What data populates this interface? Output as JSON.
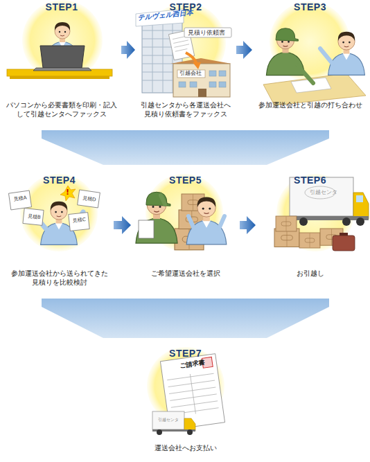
{
  "diagram": {
    "nodes": [
      {
        "text": [
          "STEP1",
          "パソコンから必要書類を印刷・記入 して引越センタへファックス"
        ]
      },
      {
        "text": [
          "STEP2",
          "引越センタから各運送会社へ 見積り依頼書をファックス"
        ]
      },
      {
        "text": [
          "STEP3",
          "参加運送会社と引越の打ち合わせ"
        ]
      },
      {
        "text": [
          "STEP4",
          "参加運送会社から送られてきた 見積りを比較検討"
        ]
      },
      {
        "text": [
          "STEP5",
          "ご希望運送会社を選択"
        ]
      },
      {
        "text": [
          "STEP6",
          "お引越し"
        ]
      },
      {
        "text": [
          "STEP7",
          "運送会社へお支払い"
        ]
      }
    ],
    "edges": [
      {
        "from": 0,
        "to": 1,
        "arrow": "to"
      },
      {
        "from": 1,
        "to": 2,
        "arrow": "to"
      },
      {
        "from": 2,
        "to": 3,
        "arrow": "to"
      },
      {
        "from": 3,
        "to": 4,
        "arrow": "to"
      },
      {
        "from": 4,
        "to": 5,
        "arrow": "to"
      },
      {
        "from": 5,
        "to": 6,
        "arrow": "to"
      }
    ],
    "labels": [
      "テルヴェル西日本",
      "見積り依頼書",
      "引越会社",
      "見積A",
      "見積B",
      "見積C",
      "見積D",
      "!",
      "引越センタ",
      "ご請求書",
      "引越センタ"
    ]
  }
}
